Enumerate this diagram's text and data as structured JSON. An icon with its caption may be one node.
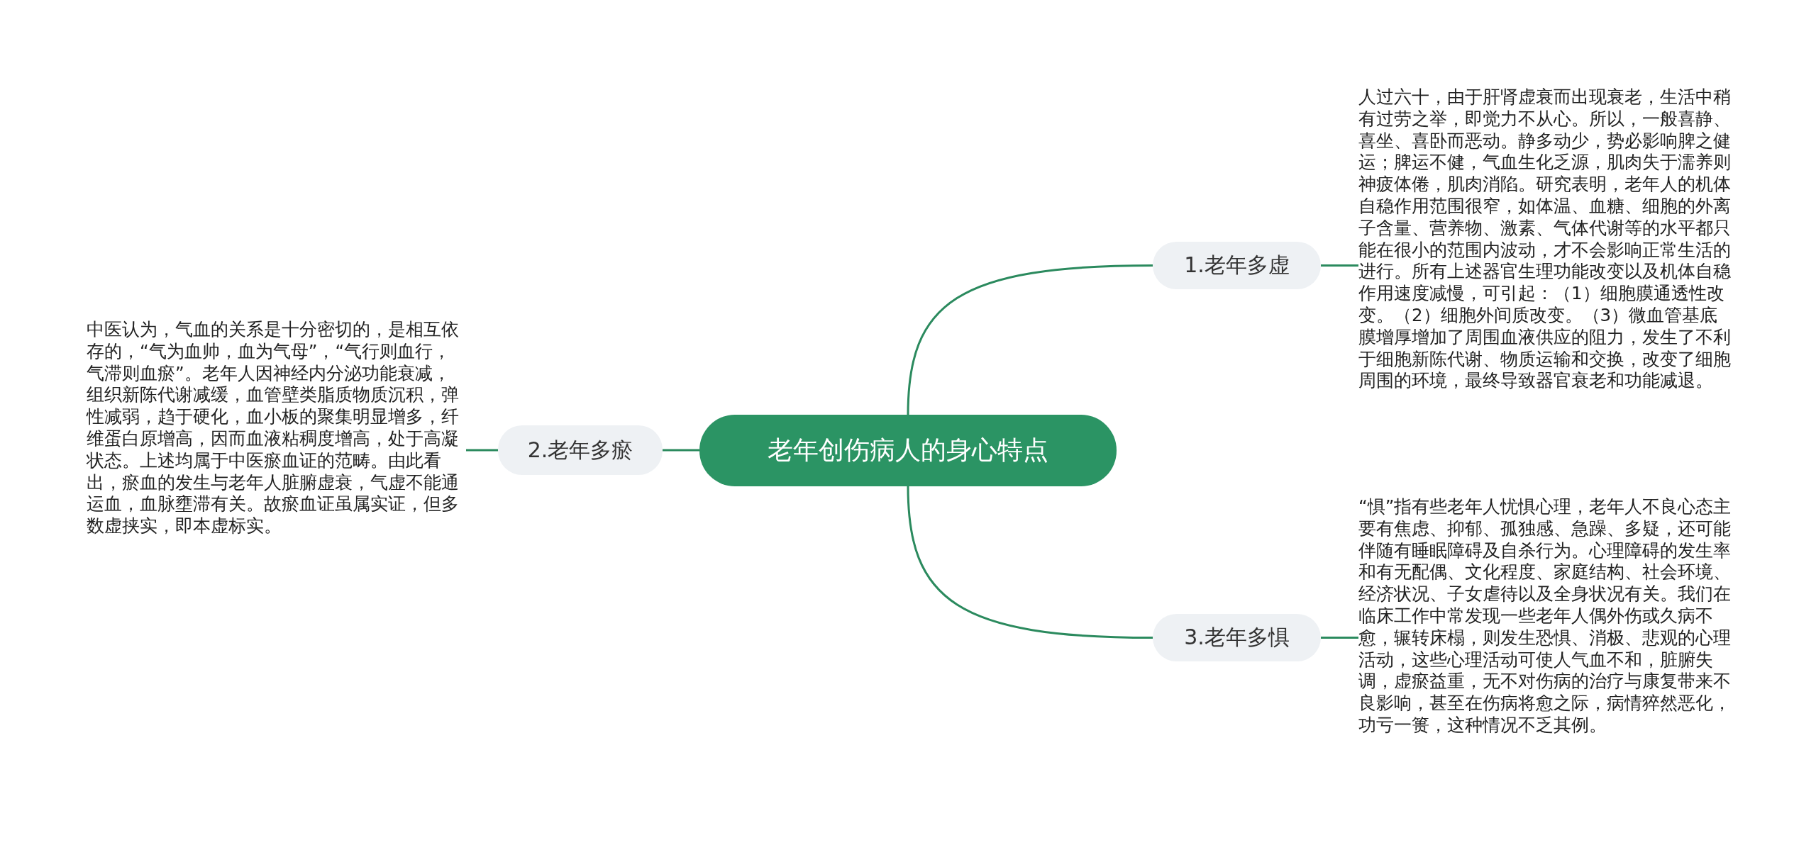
{
  "diagram": {
    "nodes": [
      {
        "text": [
          "老年创伤病人的身心特点"
        ]
      },
      {
        "text": [
          "1.老年多虚"
        ]
      },
      {
        "text": [
          "人过六十，由于肝肾虚衰而出现衰老，生活中稍有过劳之举，即觉力不从心。所以，一般喜静、喜坐、喜卧而恶动。静多动少，势必影响脾之健运；脾运不健，气血生化乏源，肌肉失于濡养则神疲体倦，肌肉消陷。研究表明，老年人的机体自稳作用范围很窄，如体温、血糖、细胞的外离子含量、营养物、激素、气体代谢等的水平都只能在很小的范围内波动，才不会影响正常生活的进行。所有上述器官生理功能改变以及机体自稳作用速度减慢，可引起：（1）细胞膜通透性改变。（2）细胞外间质改变。（3）微血管基底膜增厚增加了周围血液供应的阻力，发生了不利于细胞新陈代谢、物质运输和交换，改变了细胞周围的环境，最终导致器官衰老和功能减退。"
        ]
      },
      {
        "text": [
          "2.老年多瘀"
        ]
      },
      {
        "text": [
          "中医认为，气血的关系是十分密切的，是相互依存的，“气为血帅，血为气母”，“气行则血行，气滞则血瘀”。老年人因神经内分泌功能衰减，组织新陈代谢减缓，血管壁类脂质物质沉积，弹性减弱，趋于硬化，血小板的聚集明显增多，纤维蛋白原增高，因而血液粘稠度增高，处于高凝状态。上述均属于中医瘀血证的范畴。由此看出，瘀血的发生与老年人脏腑虚衰，气虚不能通运血，血脉壅滞有关。故瘀血证虽属实证，但多数虚挟实，即本虚标实。"
        ]
      },
      {
        "text": [
          "3.老年多惧"
        ]
      },
      {
        "text": [
          "“惧”指有些老年人忧惧心理，老年人不良心态主要有焦虑、抑郁、孤独感、急躁、多疑，还可能伴随有睡眠障碍及自杀行为。心理障碍的发生率和有无配偶、文化程度、家庭结构、社会环境、经济状况、子女虐待以及全身状况有关。我们在临床工作中常发现一些老年人偶外伤或久病不愈，辗转床榻，则发生恐惧、消极、悲观的心理活动，这些心理活动可使人气血不和，脏腑失调，虚瘀益重，无不对伤病的治疗与康复带来不良影响，甚至在伤病将愈之际，病情猝然恶化，功亏一篑，这种情况不乏其例。"
        ]
      }
    ],
    "edges": [
      {
        "from": 0,
        "to": 1,
        "arrow": "none"
      },
      {
        "from": 0,
        "to": 3,
        "arrow": "none"
      },
      {
        "from": 0,
        "to": 5,
        "arrow": "none"
      },
      {
        "from": 1,
        "to": 2,
        "arrow": "none"
      },
      {
        "from": 3,
        "to": 4,
        "arrow": "none"
      },
      {
        "from": 5,
        "to": 6,
        "arrow": "none"
      }
    ]
  }
}
